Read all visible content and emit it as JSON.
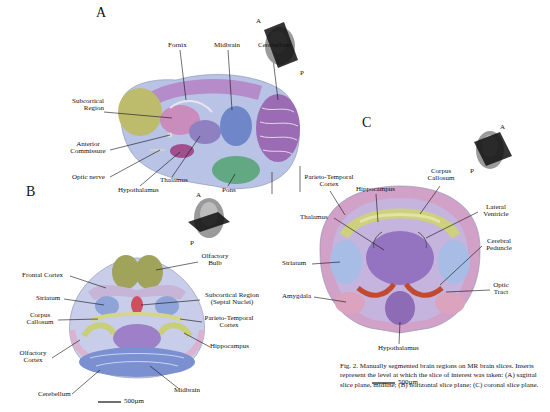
{
  "diagram": {
    "caption": "Fig. 2. Manually segmented brain regions on MR brain slices. Inserts represent the level at which the slice of interest was taken: (A) sagittal slice plane, midline; (B) horizontal slice plane; (C) coronal slice plane.",
    "labels": [
      "A",
      "A",
      "P",
      "Fornix",
      "Midbrain",
      "Cerebellum",
      "Subcortical Region",
      "Anterior Commissure",
      "Optic nerve",
      "Hypothalamus",
      "Thalamus",
      "Pons",
      "B",
      "A",
      "P",
      "Olfactory Bulb",
      "Frontal Cortex",
      "Striatum",
      "Subcortical Region (Septal Nuclei)",
      "Corpus Callosum",
      "Parieto-Temporal Cortex",
      "Hippocampus",
      "Olfactory Cortex",
      "Cerebellum",
      "Midbrain",
      "500µm",
      "C",
      "A",
      "P",
      "Parieto-Temporal Cortex",
      "Corpus Callosum",
      "Hippocampus",
      "Lateral Ventricle",
      "Thalamus",
      "Cerebral Peduncle",
      "Striatum",
      "Optic Tract",
      "Amygdala",
      "Hypothalamus",
      "500µm"
    ]
  }
}
